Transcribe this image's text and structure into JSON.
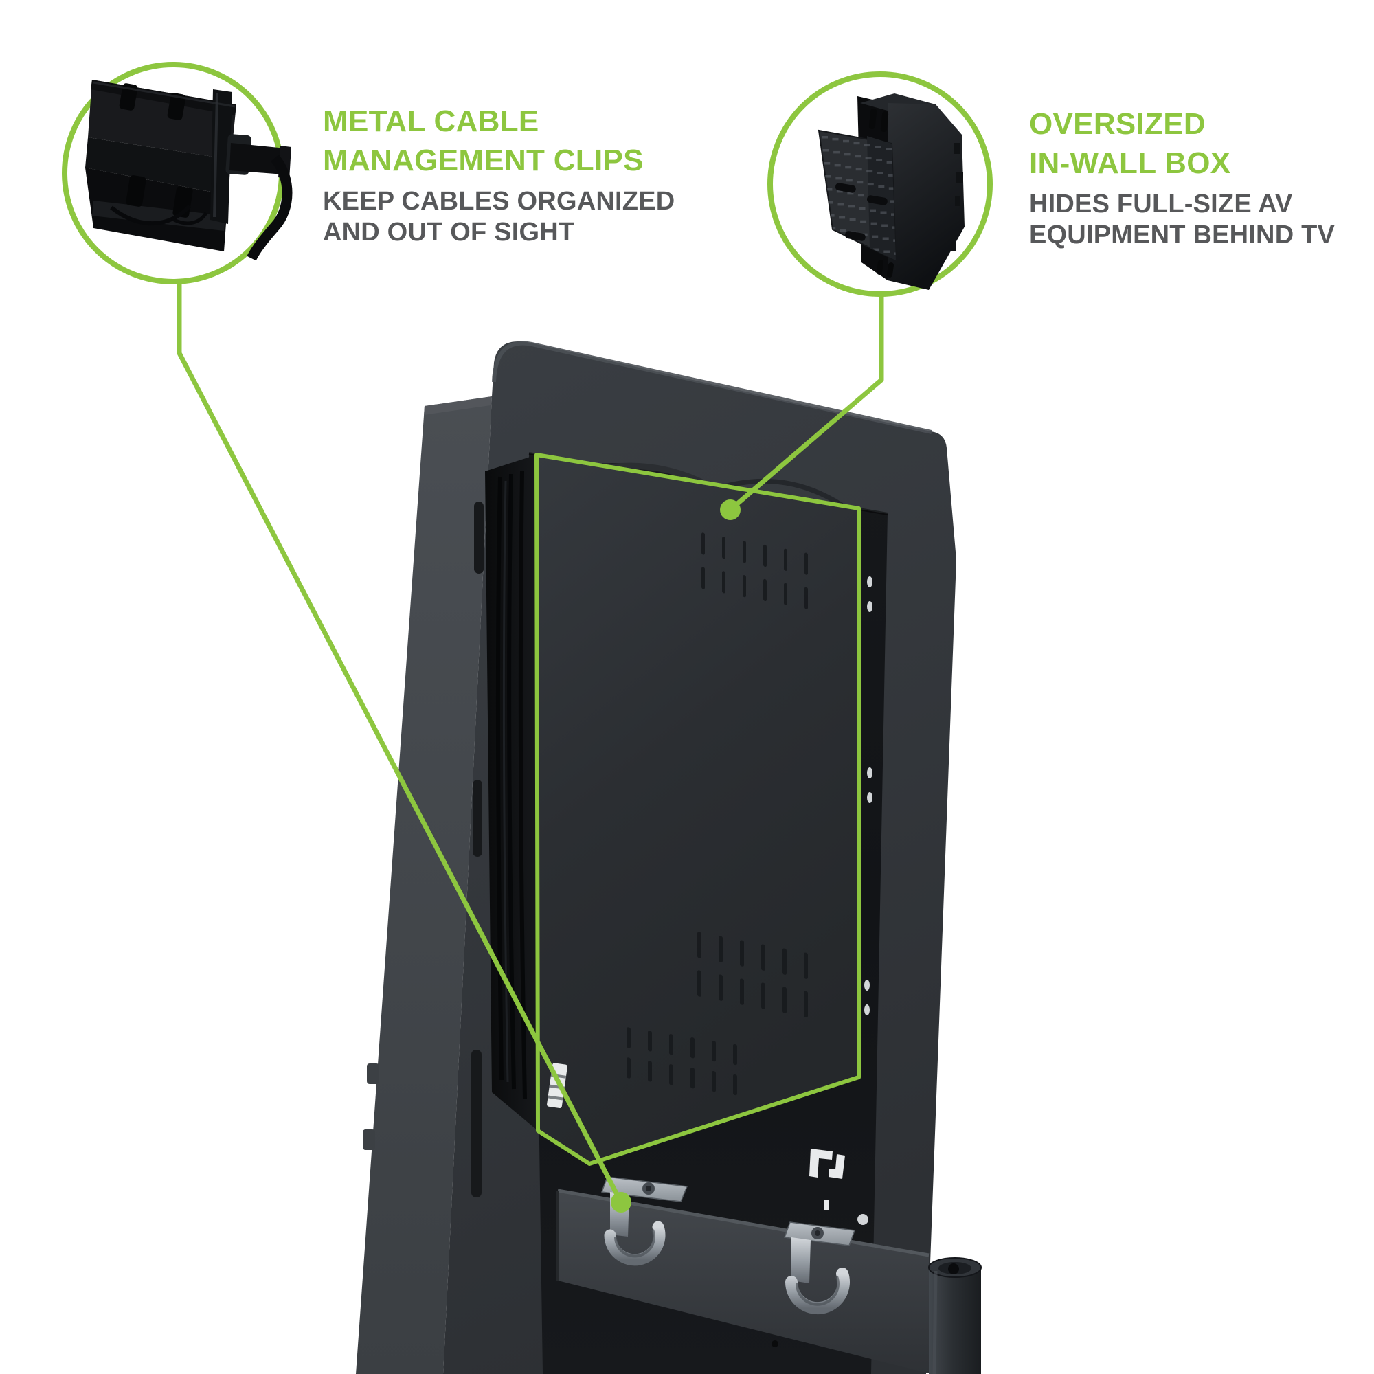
{
  "page": {
    "type": "product-feature-infographic",
    "background": "#ffffff"
  },
  "colors": {
    "accent_green": "#8dc63f",
    "text_gray": "#57585a",
    "product_dark_gray": "#33373b",
    "product_black": "#141518"
  },
  "callouts": {
    "left": {
      "heading_line1": "METAL CABLE",
      "heading_line2": "MANAGEMENT CLIPS",
      "sub_line1": "KEEP CABLES ORGANIZED",
      "sub_line2": "AND OUT OF SIGHT"
    },
    "right": {
      "heading_line1": "OVERSIZED",
      "heading_line2": "IN-WALL BOX",
      "sub_line1": "HIDES FULL-SIZE AV",
      "sub_line2": "EQUIPMENT BEHIND TV"
    }
  }
}
